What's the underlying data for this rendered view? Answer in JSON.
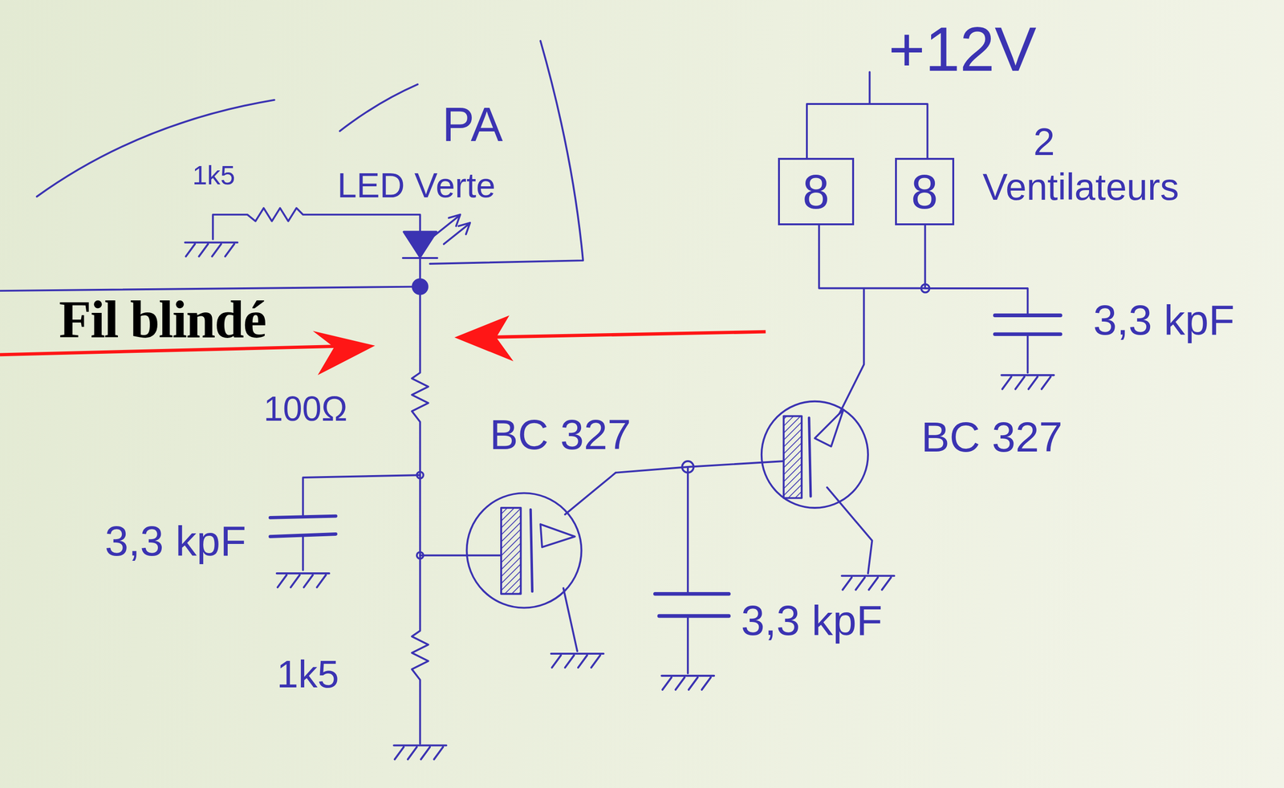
{
  "diagram": {
    "nodes": [
      {
        "text": [
          "8"
        ]
      },
      {
        "text": [
          "8"
        ]
      }
    ],
    "edges": [
      {
        "from": 0,
        "to": 1,
        "arrow": "none"
      },
      {
        "from": 0,
        "to": 1,
        "arrow": "none"
      }
    ],
    "labels": [
      "+12V",
      "2",
      "Ventilateurs",
      "PA",
      "1k5",
      "LED Verte",
      "Fil blindé",
      "3,3 kpF",
      "100Ω",
      "BC 327",
      "BC 327",
      "3,3 kpF",
      "3,3 kpF",
      "1k5"
    ]
  }
}
